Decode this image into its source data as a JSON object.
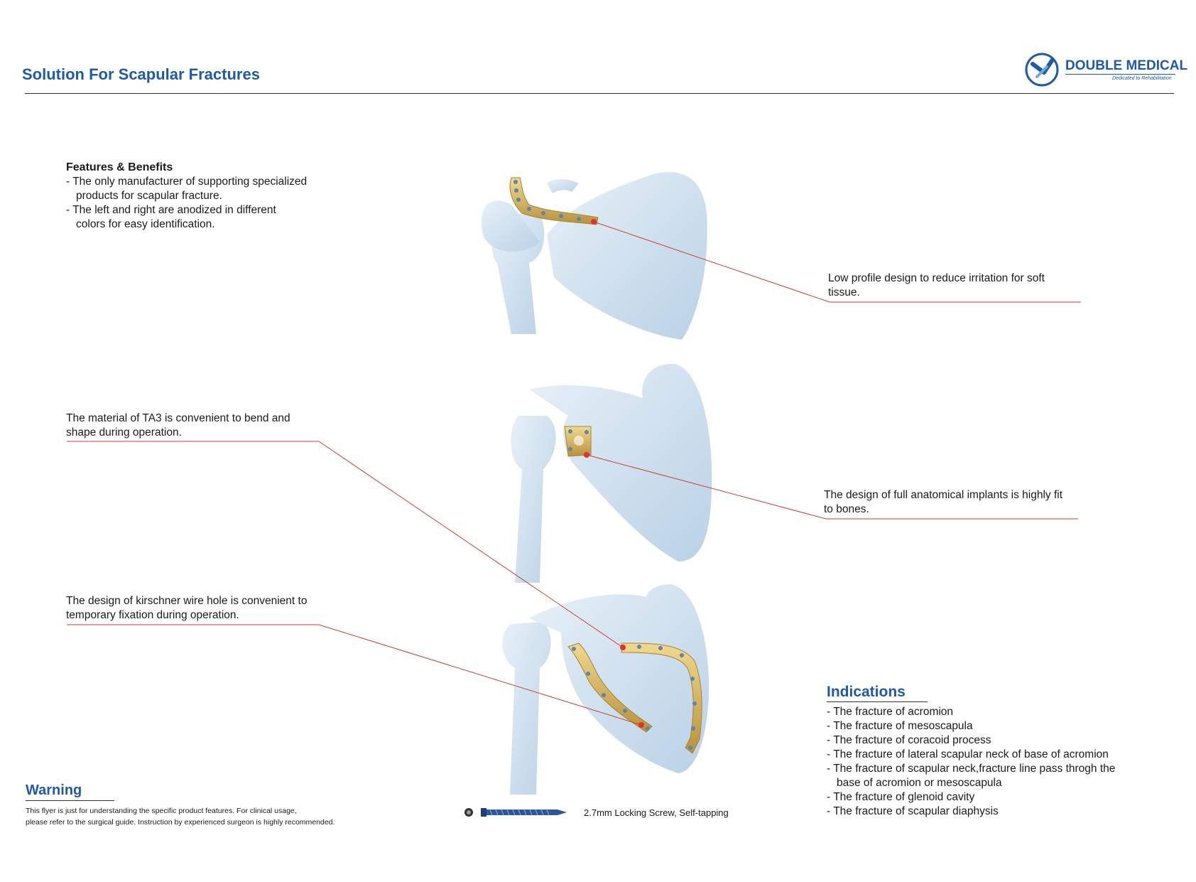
{
  "header": {
    "title": "Solution For Scapular Fractures",
    "logo_name": "DOUBLE MEDICAL",
    "logo_tagline": "Dedicated to Rehabilitation"
  },
  "features": {
    "title": "Features & Benefits",
    "items": [
      [
        "- The only manufacturer of supporting specialized",
        "products for scapular fracture."
      ],
      [
        "- The left and right are anodized in different",
        "colors for easy identification."
      ]
    ]
  },
  "callouts": {
    "low_profile": [
      "Low profile design to reduce irritation for  soft",
      "tissue."
    ],
    "material": [
      "The material of TA3 is convenient to bend and",
      "shape during operation."
    ],
    "anatomical": [
      "The design of full anatomical implants is highly fit",
      "to bones."
    ],
    "kwire": [
      "The design of kirschner wire hole is convenient to",
      "temporary fixation during operation."
    ]
  },
  "indications": {
    "title": "Indications",
    "items": [
      "- The fracture of acromion",
      "- The fracture of mesoscapula",
      "- The fracture of coracoid process",
      "- The fracture of lateral scapular neck of base of acromion",
      "- The fracture of scapular neck,fracture line pass throgh the",
      "base of acromion or mesoscapula",
      "- The fracture of glenoid cavity",
      "- The fracture of scapular diaphysis"
    ]
  },
  "warning": {
    "title": "Warning",
    "lines": [
      "This flyer is just for understanding the specific product features. For clinical usage,",
      "please refer to the surgical guide. Instruction by experienced surgeon is highly recommended."
    ]
  },
  "screw": {
    "label": "2.7mm Locking Screw, Self-tapping"
  },
  "colors": {
    "brand_blue": "#1f5aa5",
    "callout_red": "#c94030",
    "bone": "#cfe0ee",
    "plate_gold": "#d9b860"
  }
}
